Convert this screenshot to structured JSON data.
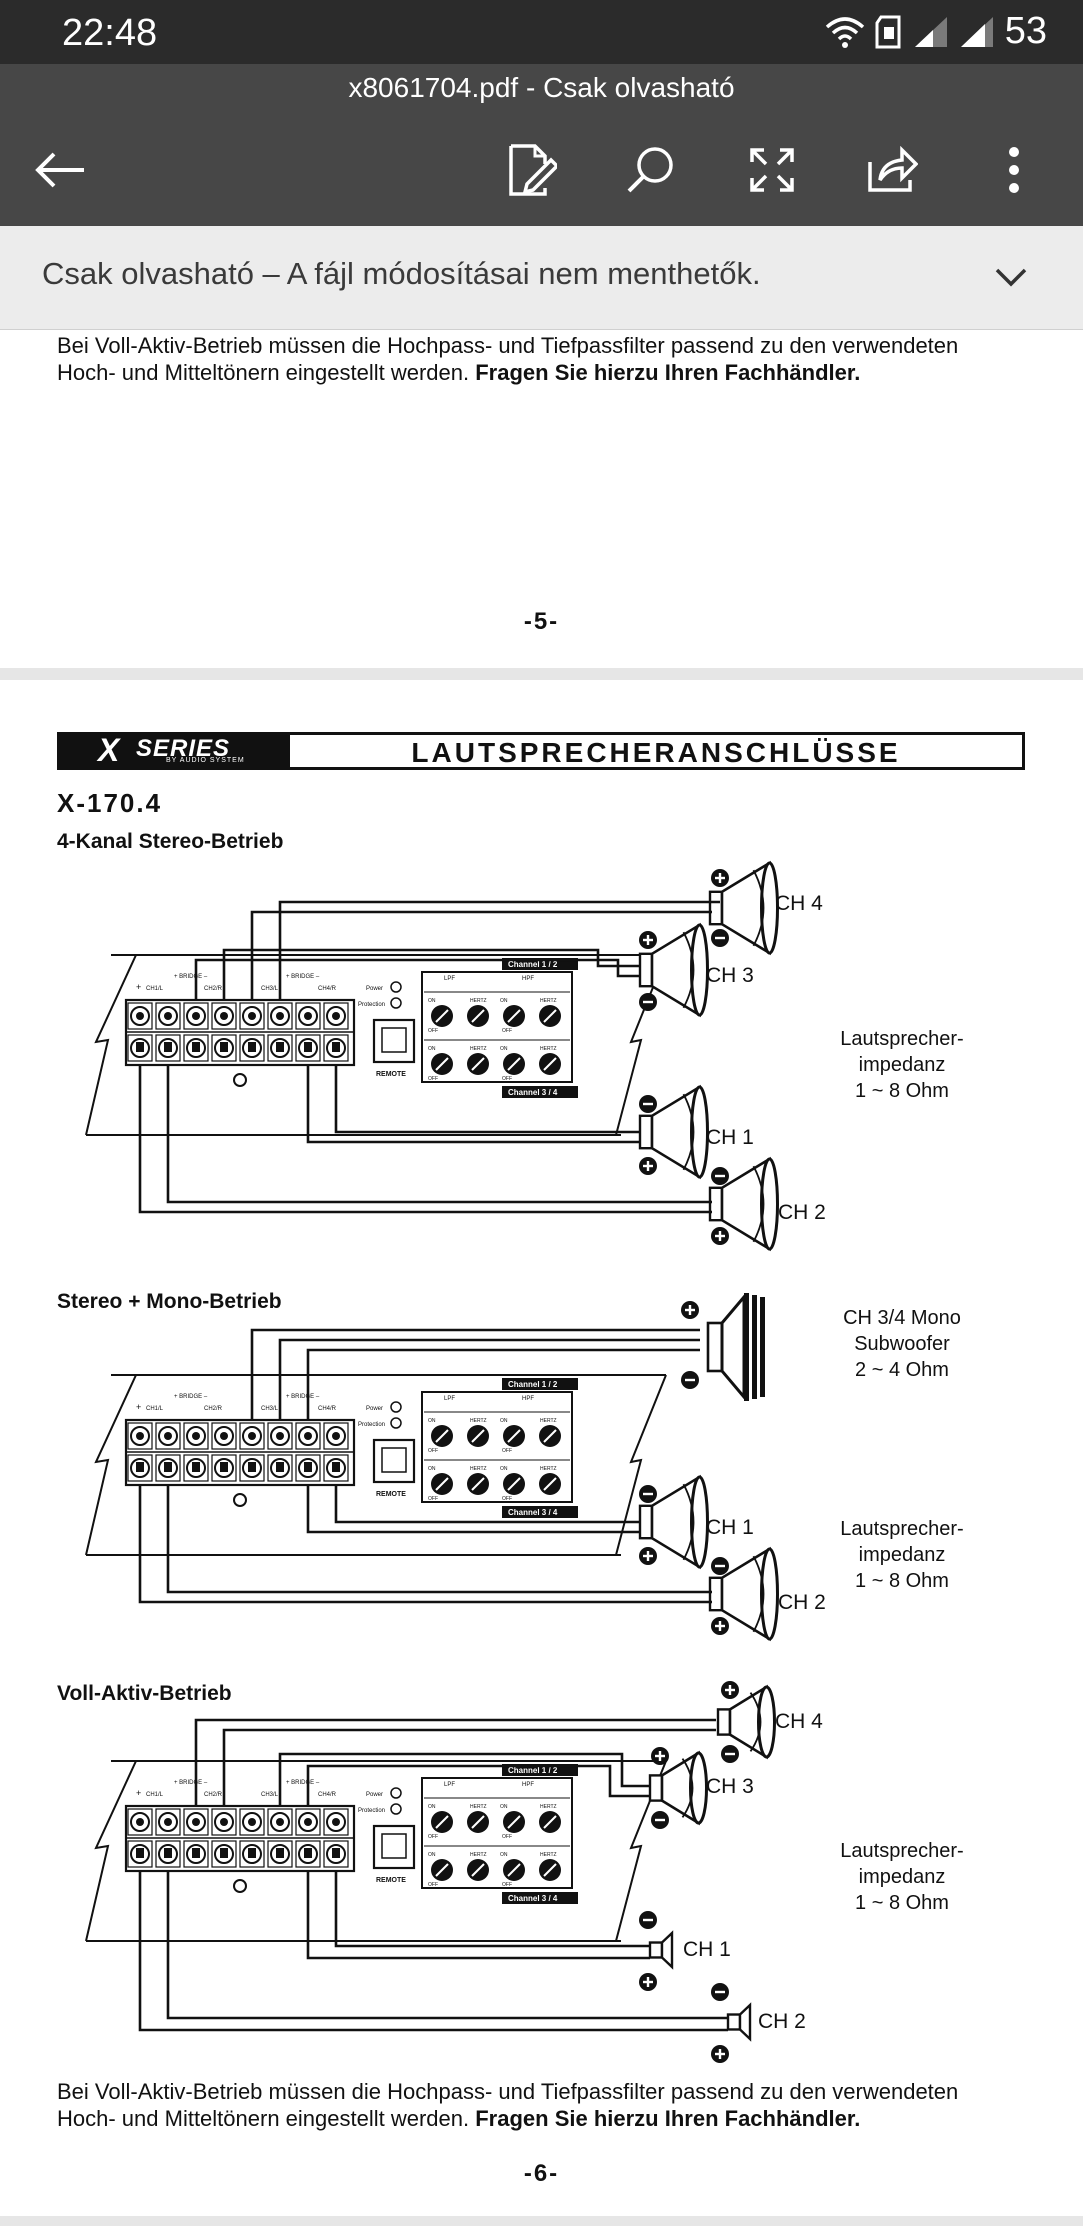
{
  "status_bar": {
    "time": "22:48",
    "battery": "53"
  },
  "app_bar": {
    "title": "x8061704.pdf - Csak olvasható"
  },
  "banner": {
    "text": "Csak olvasható – A fájl módosításai nem menthetők."
  },
  "page1": {
    "para_line1": "Bei Voll-Aktiv-Betrieb müssen die Hochpass- und Tiefpassfilter passend zu den verwendeten",
    "para_line2_normal": "Hoch- und Mitteltönern eingestellt werden. ",
    "para_line2_bold": "Fragen Sie hierzu Ihren Fachhändler.",
    "page_number": "-5-"
  },
  "page2": {
    "logo_x": "X",
    "logo_series": "SERIES",
    "logo_sub": "BY AUDIO SYSTEM",
    "header_title": "LAUTSPRECHERANSCHLÜSSE",
    "model": "X-170.4",
    "section1": {
      "title": "4-Kanal Stereo-Betrieb",
      "ch4": "CH 4",
      "ch3": "CH 3",
      "ch1": "CH 1",
      "ch2": "CH 2",
      "impedance_l1": "Lautsprecher-",
      "impedance_l2": "impedanz",
      "impedance_l3": "1 ~ 8 Ohm"
    },
    "section2": {
      "title": "Stereo + Mono-Betrieb",
      "sub_l1": "CH 3/4 Mono",
      "sub_l2": "Subwoofer",
      "sub_l3": "2 ~ 4 Ohm",
      "ch1": "CH 1",
      "ch2": "CH 2",
      "impedance_l1": "Lautsprecher-",
      "impedance_l2": "impedanz",
      "impedance_l3": "1 ~ 8 Ohm"
    },
    "section3": {
      "title": "Voll-Aktiv-Betrieb",
      "ch4": "CH 4",
      "ch3": "CH 3",
      "ch1": "CH 1",
      "ch2": "CH 2",
      "impedance_l1": "Lautsprecher-",
      "impedance_l2": "impedanz",
      "impedance_l3": "1 ~ 8 Ohm"
    },
    "amp": {
      "bridge": "+ BRIDGE –",
      "ch1l": "CH1/L",
      "ch2r": "CH2/R",
      "ch3l": "CH3/L",
      "ch4r": "CH4/R",
      "power": "Power",
      "protection": "Protection",
      "remote": "REMOTE",
      "channel12": "Channel 1 / 2",
      "channel34": "Channel 3 / 4",
      "lpf": "LPF",
      "hpf": "HPF",
      "hertz": "HERTZ",
      "on": "ON",
      "off": "OFF"
    },
    "para_line1": "Bei Voll-Aktiv-Betrieb müssen die Hochpass- und Tiefpassfilter passend zu den verwendeten",
    "para_line2_normal": "Hoch- und Mitteltönern eingestellt werden. ",
    "para_line2_bold": "Fragen Sie hierzu Ihren Fachhändler.",
    "page_number": "-6-"
  }
}
